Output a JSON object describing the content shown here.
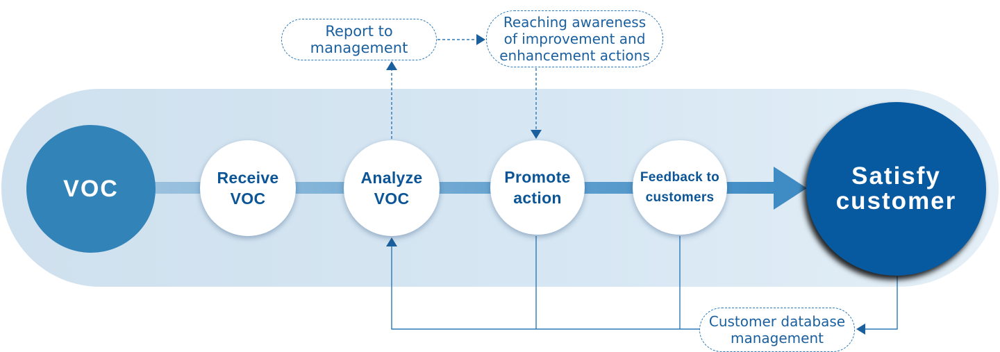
{
  "nodes": {
    "voc": "VOC",
    "receive": [
      "Receive",
      "VOC"
    ],
    "analyze": [
      "Analyze",
      "VOC"
    ],
    "promote": [
      "Promote",
      "action"
    ],
    "feedback": [
      "Feedback to",
      "customers"
    ],
    "satisfy": [
      "Satisfy",
      "customer"
    ]
  },
  "notes": {
    "report": [
      "Report to",
      "management"
    ],
    "awareness": [
      "Reaching awareness",
      "of improvement and",
      "enhancement actions"
    ],
    "database": [
      "Customer database",
      "management"
    ]
  },
  "colors": {
    "band": "#d6e6f2",
    "voc": "#3283b8",
    "satisfy": "#085aa0",
    "text": "#0b5596",
    "arrow": "#2a78b8"
  }
}
